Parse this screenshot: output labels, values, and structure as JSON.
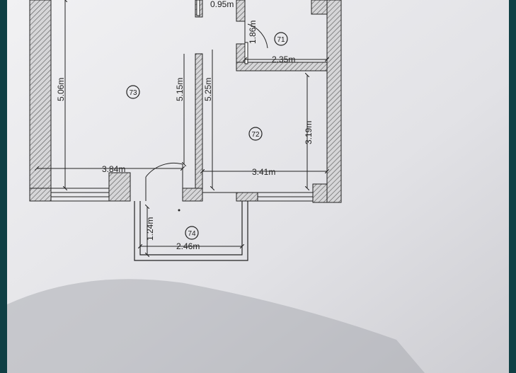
{
  "plan": {
    "dimensions": {
      "corridor_width": "0.95m",
      "bath_depth": "1.86m",
      "bath_width": "2.35m",
      "room73_depth": "5.06m",
      "room73_inner_depth": "5.15m",
      "room72_depth": "5.25m",
      "room72_inner_depth": "3.19m",
      "room73_width": "3.84m",
      "room72_width": "3.41m",
      "balcony_depth": "1.24m",
      "balcony_width": "2.46m"
    },
    "rooms": {
      "bath": "71",
      "room_right": "72",
      "room_left": "73",
      "balcony": "74"
    }
  }
}
